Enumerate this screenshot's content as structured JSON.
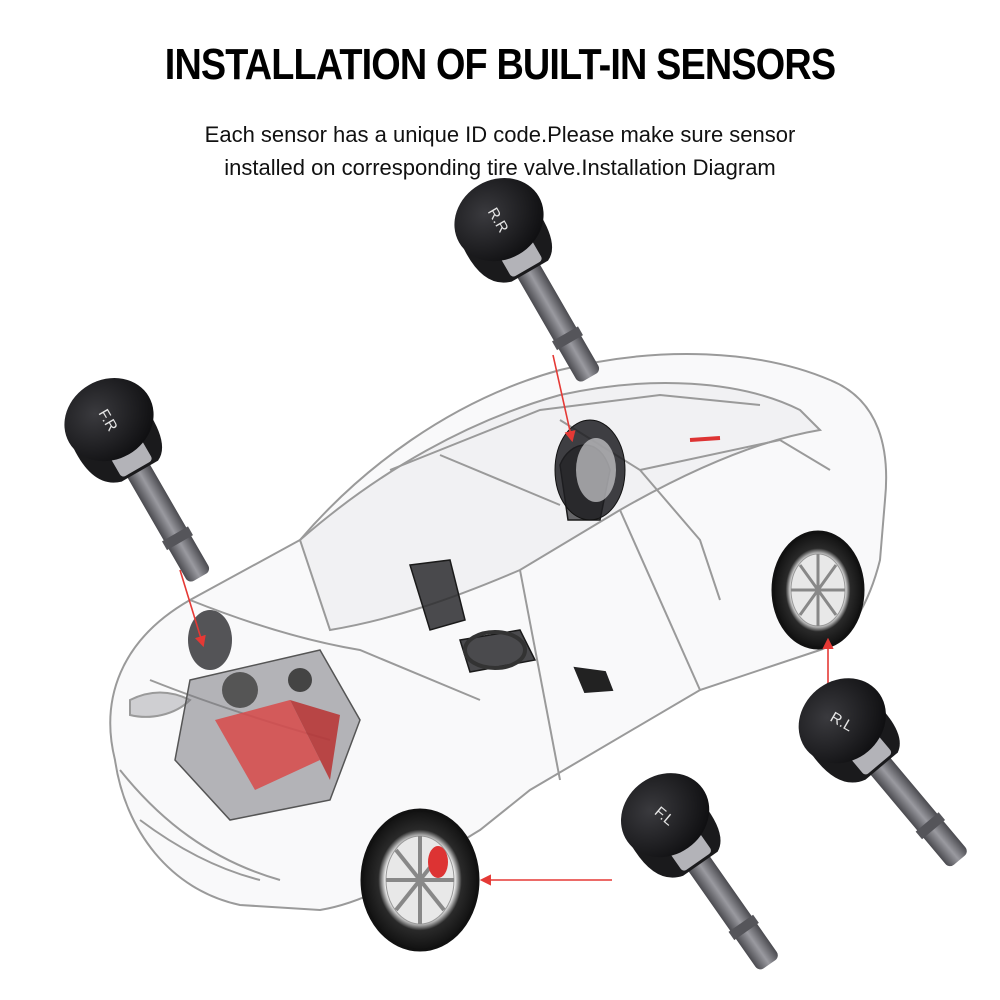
{
  "title": "INSTALLATION OF BUILT-IN SENSORS",
  "subtitle": {
    "line1": "Each sensor has a unique ID code.Please make sure sensor",
    "line2": "installed on corresponding tire valve.Installation Diagram"
  },
  "sensors": {
    "rr": {
      "label": "R.R"
    },
    "fr": {
      "label": "F.R"
    },
    "rl": {
      "label": "R.L"
    },
    "fl": {
      "label": "F.L"
    }
  },
  "colors": {
    "arrow": "#e53935",
    "sensor_body": "#1c1c1e",
    "valve_stem": "#6e6e73",
    "car_outline": "#9a9a9a",
    "engine": "#d84a4a"
  }
}
